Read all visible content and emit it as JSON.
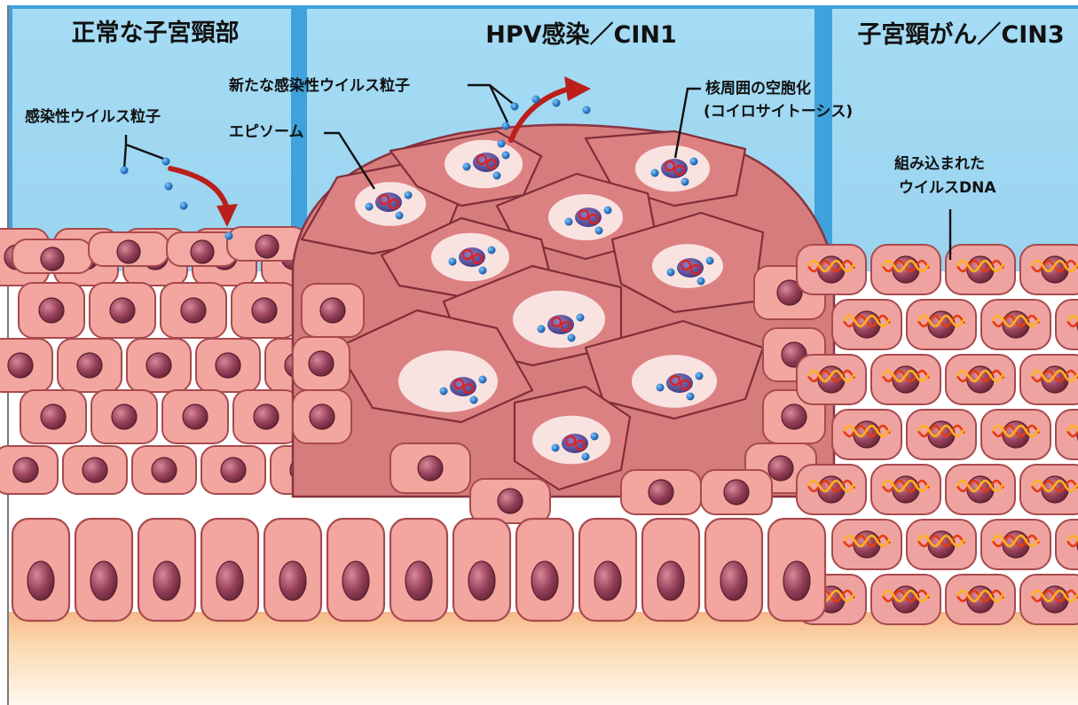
{
  "panels": {
    "normal": "正常な子宮頸部",
    "hpv": "HPV感染／CIN1",
    "cancer": "子宮頸がん／CIN3"
  },
  "labels": {
    "infectious_particle": "感染性ウイルス粒子",
    "new_particles": "新たな感染性ウイルス粒子",
    "episome": "エピソーム",
    "koilocytosis_1": "核周囲の空胞化",
    "koilocytosis_2": "(コイロサイトーシス)",
    "integrated_1": "組み込まれた",
    "integrated_2": "ウイルスDNA"
  },
  "colors": {
    "sky": "#9fd8f2",
    "border_blue": "#3ea2dc",
    "cell": "#f0a4a0",
    "cell_border": "#a84a4e",
    "infected_cell": "#d9777a",
    "nucleus": "#8e3a4c",
    "virus": "#1a6fc0",
    "episome_ring": "#e02020",
    "arrow": "#c0201e",
    "dna": "#f0a020",
    "tissue_base": "#fbd8a8"
  },
  "icons": [
    "virus-particle-icon",
    "episome-icon",
    "viral-dna-icon",
    "infection-arrow-icon",
    "release-arrow-icon"
  ]
}
